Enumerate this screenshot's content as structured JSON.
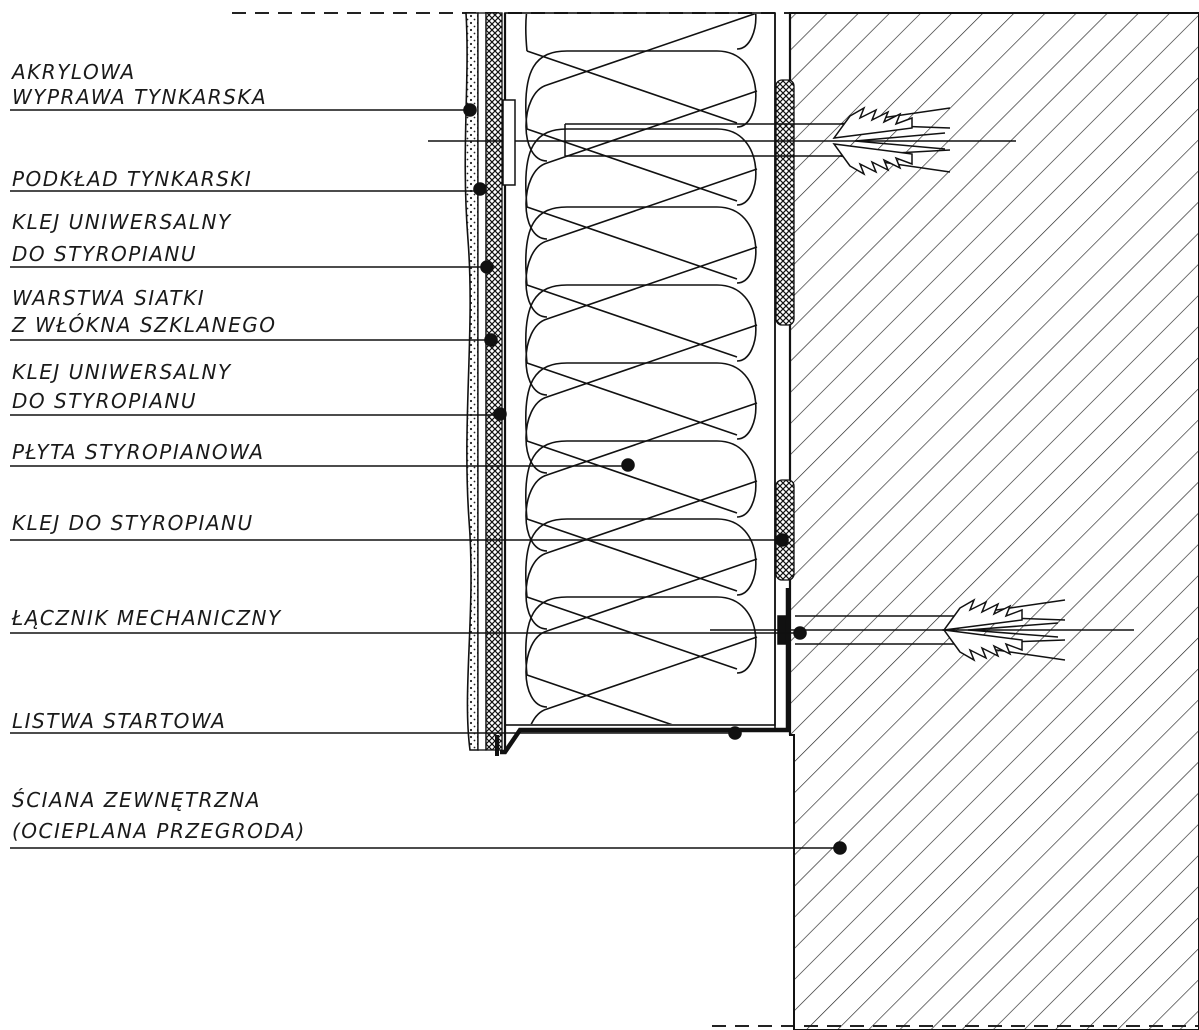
{
  "diagram": {
    "labels": [
      {
        "lines": [
          "AKRYLOWA",
          "WYPRAWA TYNKARSKA"
        ]
      },
      {
        "lines": [
          "PODKŁAD TYNKARSKI"
        ]
      },
      {
        "lines": [
          "KLEJ UNIWERSALNY",
          "DO STYROPIANU"
        ]
      },
      {
        "lines": [
          "WARSTWA SIATKI",
          "Z WŁÓKNA SZKLANEGO"
        ]
      },
      {
        "lines": [
          "KLEJ UNIWERSALNY",
          "DO STYROPIANU"
        ]
      },
      {
        "lines": [
          "PŁYTA STYROPIANOWA"
        ]
      },
      {
        "lines": [
          "KLEJ DO STYROPIANU"
        ]
      },
      {
        "lines": [
          "ŁĄCZNIK MECHANICZNY"
        ]
      },
      {
        "lines": [
          "LISTWA STARTOWA"
        ]
      },
      {
        "lines": [
          "ŚCIANA ZEWNĘTRZNA",
          "(OCIEPLANA PRZEGRODA)"
        ]
      }
    ]
  }
}
